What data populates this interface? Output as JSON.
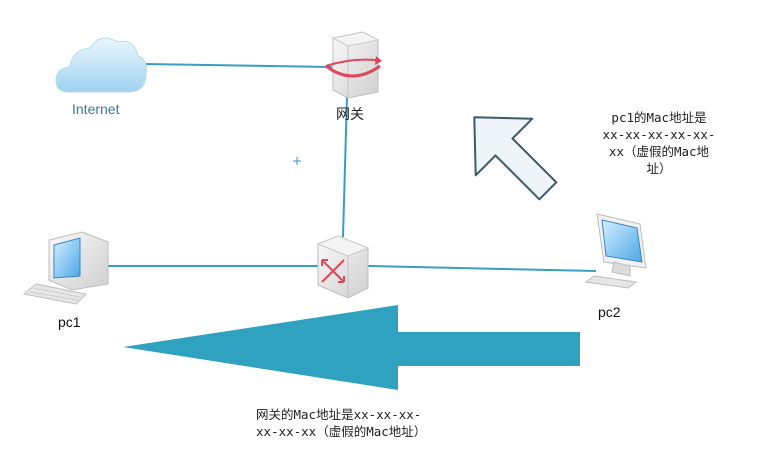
{
  "nodes": {
    "internet": {
      "label": "Internet",
      "icon": "cloud-icon"
    },
    "gateway": {
      "label": "网关",
      "icon": "router-icon"
    },
    "switch": {
      "icon": "switch-icon"
    },
    "pc1": {
      "label": "pc1",
      "icon": "desktop-computer-icon"
    },
    "pc2": {
      "label": "pc2",
      "icon": "monitor-icon"
    }
  },
  "notes": {
    "pc1_mac": "pc1的Mac地址是\nxx-xx-xx-xx-xx-\nxx（虚假的Mac地\n址）",
    "gateway_mac": "网关的Mac地址是xx-xx-xx-\nxx-xx-xx（虚假的Mac地址）"
  },
  "colors": {
    "link": "#3a9fbf",
    "big_arrow": "#2ea2be",
    "small_arrow_fill": "#eef4f8",
    "small_arrow_stroke": "#3d5a6c",
    "device_accent": "#e0475a"
  }
}
